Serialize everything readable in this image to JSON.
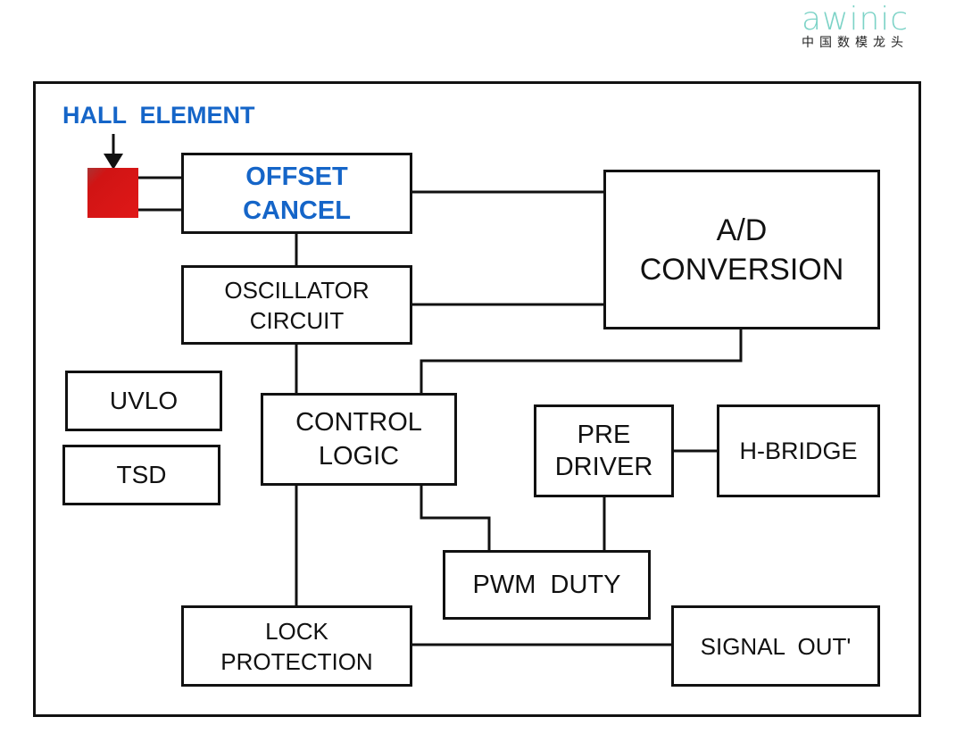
{
  "logo": {
    "brand": "awinic",
    "tagline": "中国数模龙头"
  },
  "hall_element": {
    "label": "HALL  ELEMENT",
    "chip_color": "#d91a1a"
  },
  "colors": {
    "accent_text": "#1565c8",
    "line": "#111111"
  },
  "blocks": {
    "offset_cancel": [
      "OFFSET",
      "CANCEL"
    ],
    "ad_conversion": [
      "A/D",
      "CONVERSION"
    ],
    "oscillator": [
      "OSCILLATOR",
      "CIRCUIT"
    ],
    "uvlo": [
      "UVLO"
    ],
    "tsd": [
      "TSD"
    ],
    "control_logic": [
      "CONTROL",
      "LOGIC"
    ],
    "pre_driver": [
      "PRE",
      "DRIVER"
    ],
    "h_bridge": [
      "H-BRIDGE"
    ],
    "pwm_duty": [
      "PWM  DUTY"
    ],
    "lock_protection": [
      "LOCK",
      "PROTECTION"
    ],
    "signal_out": [
      "SIGNAL  OUT'"
    ]
  }
}
